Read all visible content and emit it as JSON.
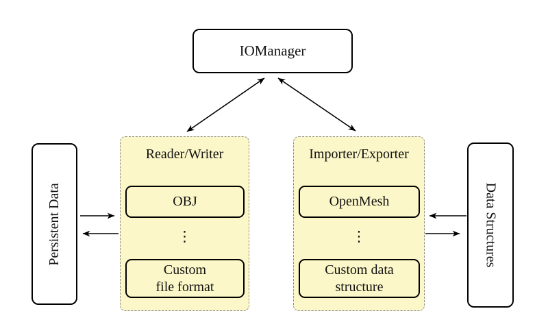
{
  "io_manager": {
    "label": "IOManager"
  },
  "left_box": {
    "label": "Persistent Data"
  },
  "right_box": {
    "label": "Data Structures"
  },
  "reader_writer": {
    "title": "Reader/Writer",
    "top_box": "OBJ",
    "dots": "⋮",
    "bottom_box": {
      "line1": "Custom",
      "line2": "file format"
    }
  },
  "importer_exporter": {
    "title": "Importer/Exporter",
    "top_box": "OpenMesh",
    "dots": "⋮",
    "bottom_box": {
      "line1": "Custom data",
      "line2": "structure"
    }
  },
  "colors": {
    "group_fill": "#FBF7C8",
    "group_border": "#8a8a8a",
    "line": "#000000",
    "background": "#ffffff"
  }
}
